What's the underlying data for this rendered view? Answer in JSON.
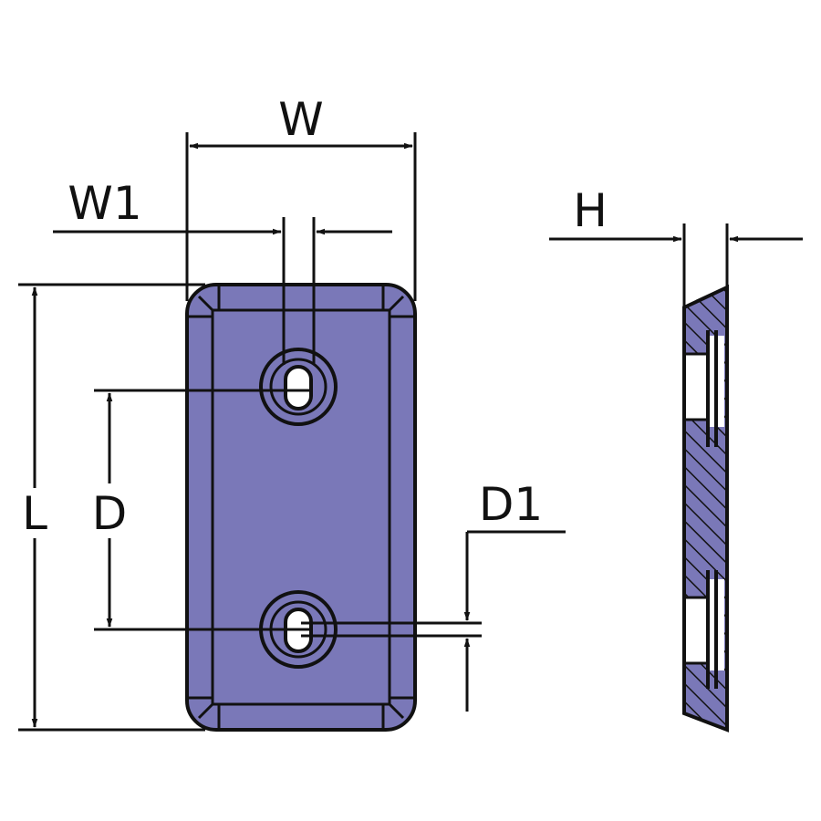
{
  "labels": {
    "width": "W",
    "slot_width": "W1",
    "length": "L",
    "hole_distance": "D",
    "slot_offset": "D1",
    "thickness": "H"
  },
  "colors": {
    "plate_fill": "#7a78b8",
    "line": "#111111",
    "background": "#ffffff"
  }
}
